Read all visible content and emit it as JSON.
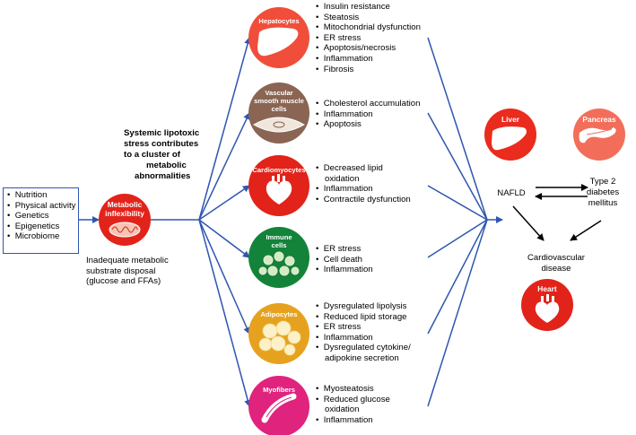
{
  "causes": [
    "Nutrition",
    "Physical activity",
    "Genetics",
    "Epigenetics",
    "Microbiome"
  ],
  "center": {
    "label_line1": "Metabolic",
    "label_line2": "inflexibility",
    "caption": [
      "Inadequate metabolic",
      "substrate disposal",
      "(glucose and FFAs)"
    ]
  },
  "stress_text": [
    "Systemic lipotoxic",
    "stress contributes",
    "to a cluster of",
    "metabolic",
    "abnormalities"
  ],
  "tissues": [
    {
      "name_lines": [
        "Hepatocytes"
      ],
      "color": "#f04e3a",
      "effects": [
        "Insulin resistance",
        "Steatosis",
        "Mitochondrial dysfunction",
        "ER stress",
        "Apoptosis/necrosis",
        "Inflammation",
        "Fibrosis"
      ]
    },
    {
      "name_lines": [
        "Vascular",
        "smooth muscle",
        "cells"
      ],
      "color": "#8a6553",
      "effects": [
        "Cholesterol accumulation",
        "Inflammation",
        "Apoptosis"
      ]
    },
    {
      "name_lines": [
        "Cardiomyocytes"
      ],
      "color": "#e2231a",
      "effects": [
        "Decreased lipid",
        "oxidation",
        "Inflammation",
        "Contractile dysfunction"
      ]
    },
    {
      "name_lines": [
        "Immune",
        "cells"
      ],
      "color": "#13833a",
      "effects": [
        "ER stress",
        "Cell death",
        "Inflammation"
      ]
    },
    {
      "name_lines": [
        "Adipocytes"
      ],
      "color": "#e6a21e",
      "effects": [
        "Dysregulated lipolysis",
        "Reduced lipid storage",
        "ER stress",
        "Inflammation",
        "Dysregulated cytokine/",
        "adipokine secretion"
      ]
    },
    {
      "name_lines": [
        "Myofibers"
      ],
      "color": "#e0237c",
      "effects": [
        "Myosteatosis",
        "Reduced glucose",
        "oxidation",
        "Inflammation"
      ]
    }
  ],
  "outcomes": {
    "liver": "Liver",
    "pancreas": "Pancreas",
    "heart": "Heart",
    "nafld": "NAFLD",
    "t2d": [
      "Type 2",
      "diabetes",
      "mellitus"
    ],
    "cvd": [
      "Cardiovascular",
      "disease"
    ]
  },
  "colors": {
    "arrow": "#2e56b0",
    "liver": "#ea2b1e",
    "pancreas": "#f36e5a",
    "heart": "#e2231a",
    "metabolic": "#e2231a"
  }
}
